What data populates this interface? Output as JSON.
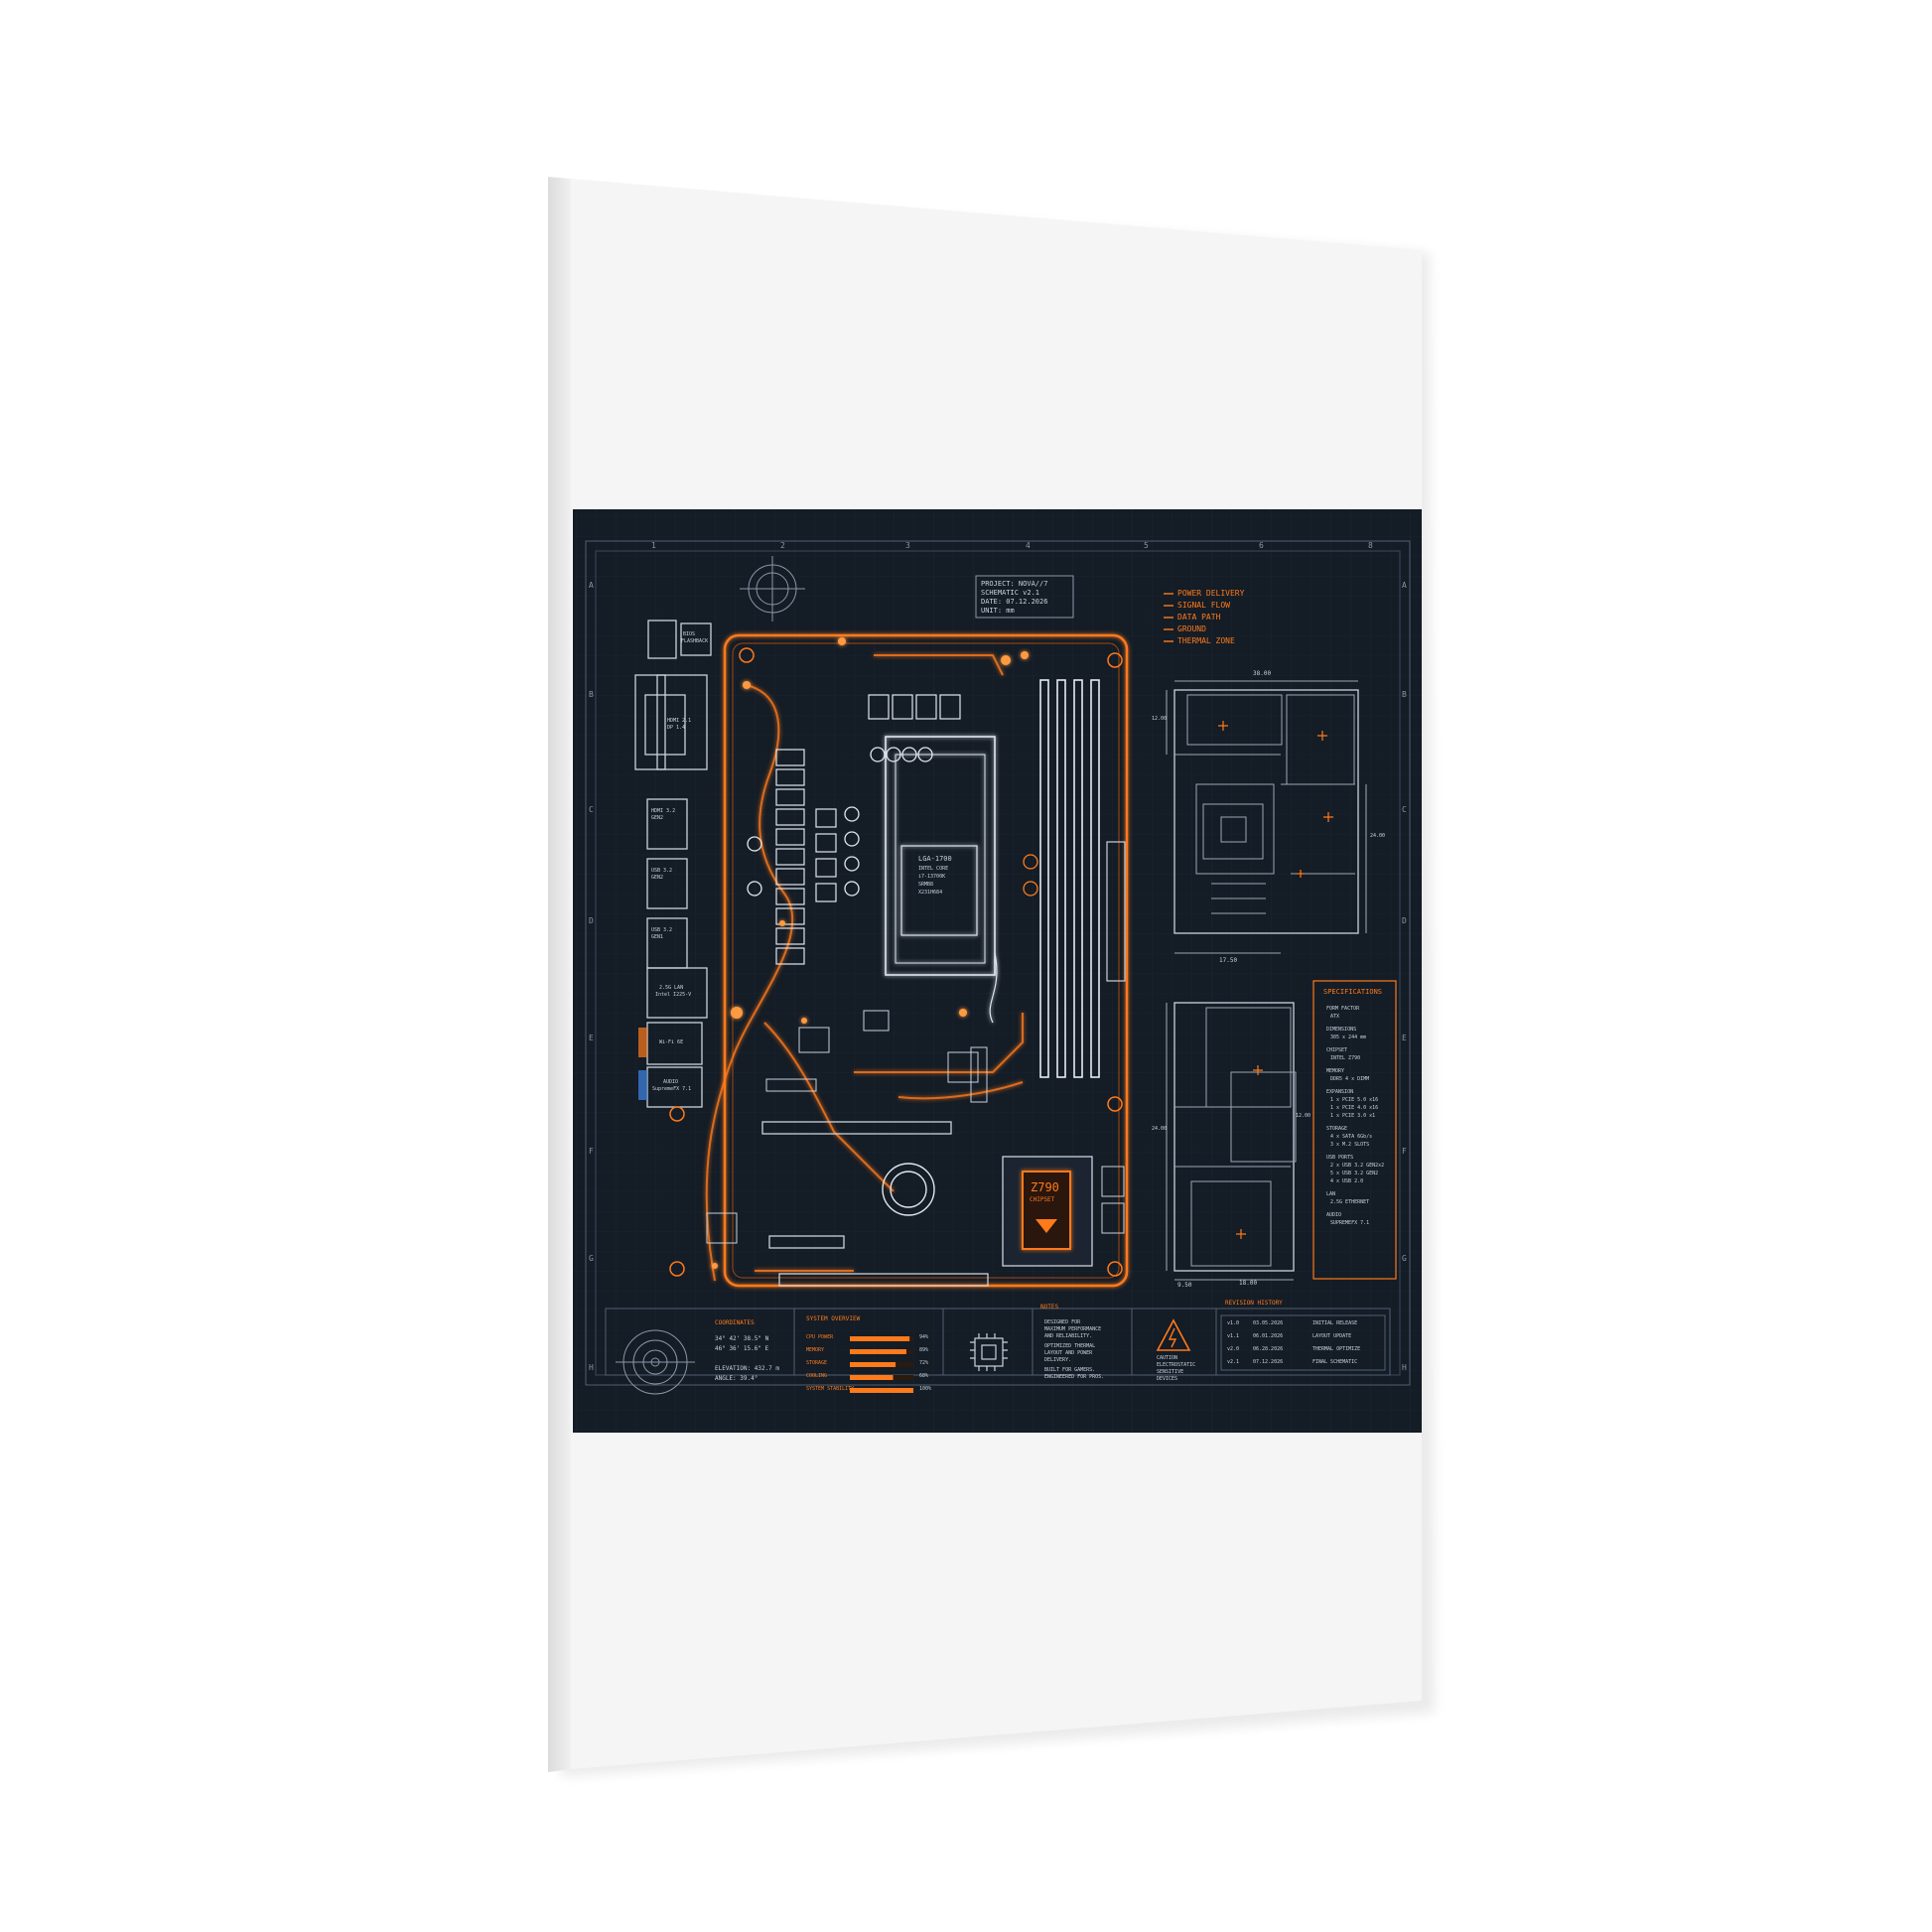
{
  "colors": {
    "background": "#ffffff",
    "canvas_face": "#f4f4f4",
    "canvas_edge": "#e4e4e4",
    "print_bg": "#141c26",
    "grid": "#263344",
    "line_white": "#c9d2dc",
    "accent_orange": "#ff7a1a"
  },
  "frame": {
    "columns": [
      "1",
      "2",
      "3",
      "4",
      "5",
      "6",
      "8"
    ],
    "rows": [
      "A",
      "B",
      "C",
      "D",
      "E",
      "F",
      "G",
      "H"
    ]
  },
  "project_block": [
    "PROJECT: NOVA//7",
    "SCHEMATIC v2.1",
    "DATE: 07.12.2026",
    "UNIT: mm"
  ],
  "legend": [
    "POWER DELIVERY",
    "SIGNAL FLOW",
    "DATA PATH",
    "GROUND",
    "THERMAL ZONE"
  ],
  "io_labels": {
    "bios": [
      "BIOS",
      "FLASHBACK"
    ],
    "hdmi": [
      "HDMI 2.1",
      "DP 1.4"
    ],
    "usb1": [
      "HDMI 3.2",
      "GEN2"
    ],
    "usb2": [
      "USB 3.2",
      "GEN2"
    ],
    "usb3": [
      "USB 3.2",
      "GEN1"
    ],
    "lan": [
      "2.5G LAN",
      "Intel I225-V"
    ],
    "wifi": [
      "Wi-Fi 6E"
    ],
    "audio": [
      "AUDIO",
      "SupremeFX 7.1"
    ]
  },
  "cpu_socket": [
    "LGA-1700",
    "INTEL CORE",
    "i7-13700K",
    "SRMB8",
    "X231H684"
  ],
  "chipset": {
    "model": "Z790",
    "label": "CHIPSET"
  },
  "dims_top": {
    "width": "38.00",
    "left_height": "12.00",
    "right_height": "24.00",
    "bottom": "17.50"
  },
  "dims_bottom": {
    "left_height": "24.00",
    "right_height": "12.00",
    "seg1": "9.50",
    "seg2": "18.00"
  },
  "specifications": {
    "title": "SPECIFICATIONS",
    "items": [
      {
        "label": "FORM FACTOR",
        "lines": [
          "ATX"
        ]
      },
      {
        "label": "DIMENSIONS",
        "lines": [
          "305 x 244 mm"
        ]
      },
      {
        "label": "CHIPSET",
        "lines": [
          "INTEL Z790"
        ]
      },
      {
        "label": "MEMORY",
        "lines": [
          "DDR5 4 x DIMM"
        ]
      },
      {
        "label": "EXPANSION",
        "lines": [
          "1 x PCIE 5.0 x16",
          "1 x PCIE 4.0 x16",
          "1 x PCIE 3.0 x1"
        ]
      },
      {
        "label": "STORAGE",
        "lines": [
          "4 x SATA 6Gb/s",
          "3 x M.2 SLOTS"
        ]
      },
      {
        "label": "USB PORTS",
        "lines": [
          "2 x USB 3.2 GEN2x2",
          "5 x USB 3.2 GEN2",
          "4 x USB 2.0"
        ]
      },
      {
        "label": "LAN",
        "lines": [
          "2.5G ETHERNET"
        ]
      },
      {
        "label": "AUDIO",
        "lines": [
          "SUPREMEFX 7.1"
        ]
      }
    ]
  },
  "coordinates": {
    "title": "COORDINATES",
    "lines": [
      "34° 42' 38.5\" N",
      "46° 36' 15.6\" E",
      "ELEVATION: 432.7 m",
      "ANGLE: 39.4°"
    ]
  },
  "system_overview": {
    "title": "SYSTEM OVERVIEW",
    "rows": [
      {
        "label": "CPU POWER",
        "value": "94%",
        "fraction": 0.94
      },
      {
        "label": "MEMORY",
        "value": "89%",
        "fraction": 0.89
      },
      {
        "label": "STORAGE",
        "value": "72%",
        "fraction": 0.72
      },
      {
        "label": "COOLING",
        "value": "68%",
        "fraction": 0.68
      },
      {
        "label": "SYSTEM STABILITY",
        "value": "100%",
        "fraction": 1.0
      }
    ]
  },
  "notes": {
    "title": "NOTES",
    "items": [
      [
        "DESIGNED FOR",
        "MAXIMUM PERFORMANCE",
        "AND RELIABILITY."
      ],
      [
        "OPTIMIZED THERMAL",
        "LAYOUT AND POWER",
        "DELIVERY."
      ],
      [
        "BUILT FOR GAMERS.",
        "ENGINEERED FOR PROS."
      ]
    ]
  },
  "caution": [
    "CAUTION",
    "ELECTROSTATIC",
    "SENSITIVE",
    "DEVICES"
  ],
  "revision_history": {
    "title": "REVISION HISTORY",
    "rows": [
      [
        "v1.0",
        "03.05.2026",
        "INITIAL RELEASE"
      ],
      [
        "v1.1",
        "06.01.2026",
        "LAYOUT UPDATE"
      ],
      [
        "v2.0",
        "06.28.2026",
        "THERMAL OPTIMIZE"
      ],
      [
        "v2.1",
        "07.12.2026",
        "FINAL SCHEMATIC"
      ]
    ]
  }
}
